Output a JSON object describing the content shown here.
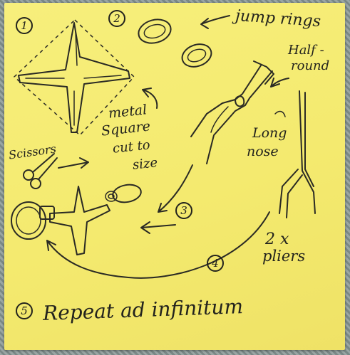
{
  "steps": {
    "step1": "1",
    "step2": "2",
    "step3": "3",
    "step4": "4",
    "step5": "5"
  },
  "labels": {
    "jump_rings": "jump rings",
    "half_round_1": "Half -",
    "half_round_2": "round",
    "long_1": "Long",
    "long_2": "nose",
    "metal_1": "metal",
    "metal_2": "Square",
    "metal_3": "cut to",
    "metal_4": "size",
    "scissors": "Scissors",
    "two_x": "2 x",
    "pliers": "pliers",
    "repeat": "Repeat  ad  infinitum"
  },
  "colors": {
    "note": "#f4ea6f",
    "ink": "#2a2a24",
    "background": "#7f8c8c"
  }
}
